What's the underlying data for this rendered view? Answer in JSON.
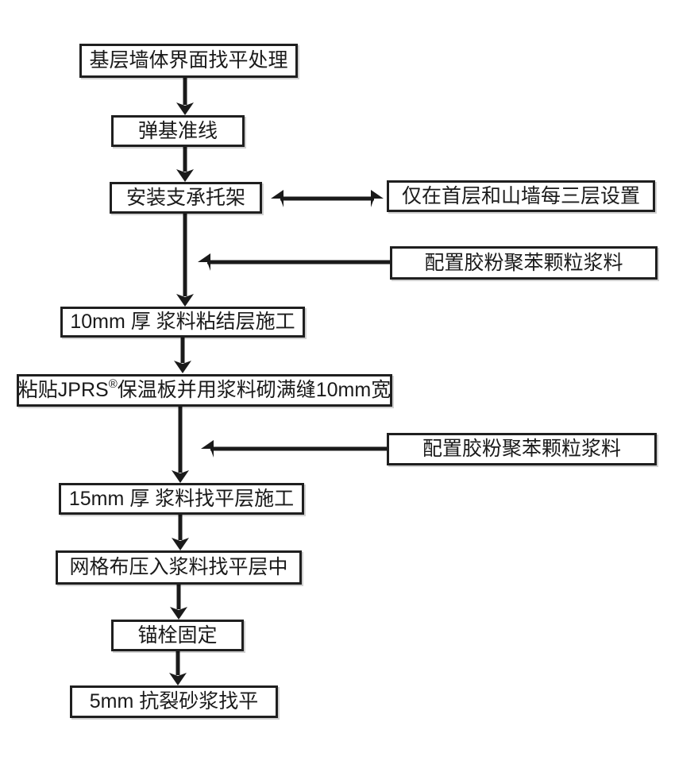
{
  "diagram": {
    "type": "flowchart",
    "background_color": "#ffffff",
    "line_color": "#1a1a1a",
    "box_border_color": "#1f1f1f",
    "text_color": "#1a1a1a",
    "nodes": [
      {
        "id": "base-wall-leveling",
        "label": "基层墙体界面找平处理"
      },
      {
        "id": "datum-line",
        "label": "弹基准线"
      },
      {
        "id": "support-bracket",
        "label": "安装支承托架"
      },
      {
        "id": "bracket-note",
        "label": "仅在首层和山墙每三层设置"
      },
      {
        "id": "slurry-prep-1",
        "label": "配置胶粉聚苯颗粒浆料"
      },
      {
        "id": "bonding-layer",
        "label": "10mm 厚 浆料粘结层施工"
      },
      {
        "id": "insulation-board",
        "label": "粘贴JPRS®保温板并用浆料砌满缝10mm宽",
        "label_parts": [
          "粘贴JPRS",
          "®",
          "保温板并用浆料砌满缝10mm宽"
        ]
      },
      {
        "id": "slurry-prep-2",
        "label": "配置胶粉聚苯颗粒浆料"
      },
      {
        "id": "leveling-layer",
        "label": "15mm 厚 浆料找平层施工"
      },
      {
        "id": "mesh-cloth",
        "label": "网格布压入浆料找平层中"
      },
      {
        "id": "anchor-bolt",
        "label": "锚栓固定"
      },
      {
        "id": "anti-crack-mortar",
        "label": "5mm 抗裂砂浆找平"
      }
    ],
    "edges": [
      {
        "from": "base-wall-leveling",
        "to": "datum-line",
        "style": "arrow-down"
      },
      {
        "from": "datum-line",
        "to": "support-bracket",
        "style": "arrow-down"
      },
      {
        "from": "support-bracket",
        "to": "bracket-note",
        "style": "arrow-both-horizontal"
      },
      {
        "from": "support-bracket",
        "to": "bonding-layer",
        "style": "arrow-down"
      },
      {
        "from": "slurry-prep-1",
        "to": "flow-line-support-bracket-to-bonding-layer",
        "style": "arrow-left-into-flow"
      },
      {
        "from": "bonding-layer",
        "to": "insulation-board",
        "style": "arrow-down"
      },
      {
        "from": "insulation-board",
        "to": "leveling-layer",
        "style": "arrow-down"
      },
      {
        "from": "slurry-prep-2",
        "to": "flow-line-insulation-board-to-leveling-layer",
        "style": "arrow-left-into-flow"
      },
      {
        "from": "leveling-layer",
        "to": "mesh-cloth",
        "style": "arrow-down"
      },
      {
        "from": "mesh-cloth",
        "to": "anchor-bolt",
        "style": "arrow-down"
      },
      {
        "from": "anchor-bolt",
        "to": "anti-crack-mortar",
        "style": "arrow-down"
      }
    ]
  }
}
